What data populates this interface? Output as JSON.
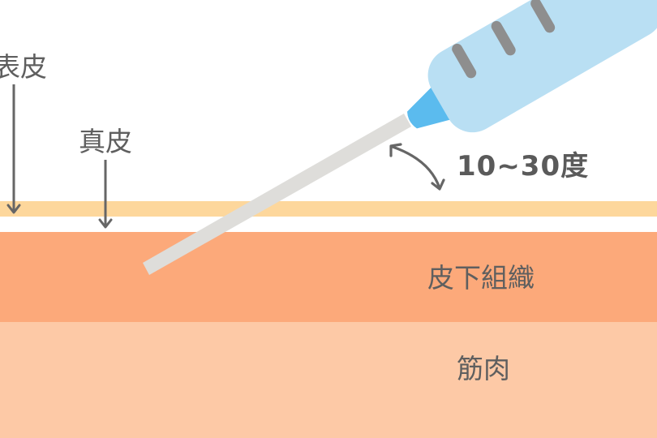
{
  "labels": {
    "epidermis": "表皮",
    "dermis": "真皮",
    "subcutis": "皮下組織",
    "muscle": "筋肉",
    "angle": "10~30度"
  },
  "icons": {
    "syringe": "syringe-icon",
    "needle": "needle-icon",
    "angle_arrow": "curved-double-arrow-icon",
    "layer_arrow": "down-arrow-icon"
  },
  "colors": {
    "background": "#ffffff",
    "epidermis": "#fdd79c",
    "dermis": "#ffffff",
    "subcutis": "#fca97a",
    "muscle": "#fdc9a6",
    "syringe_barrel": "#b9dff3",
    "syringe_tip": "#5bbbee",
    "syringe_marks": "#8e8e8e",
    "needle": "#deddda",
    "arrow": "#666666",
    "text": "#5f5f5f"
  }
}
